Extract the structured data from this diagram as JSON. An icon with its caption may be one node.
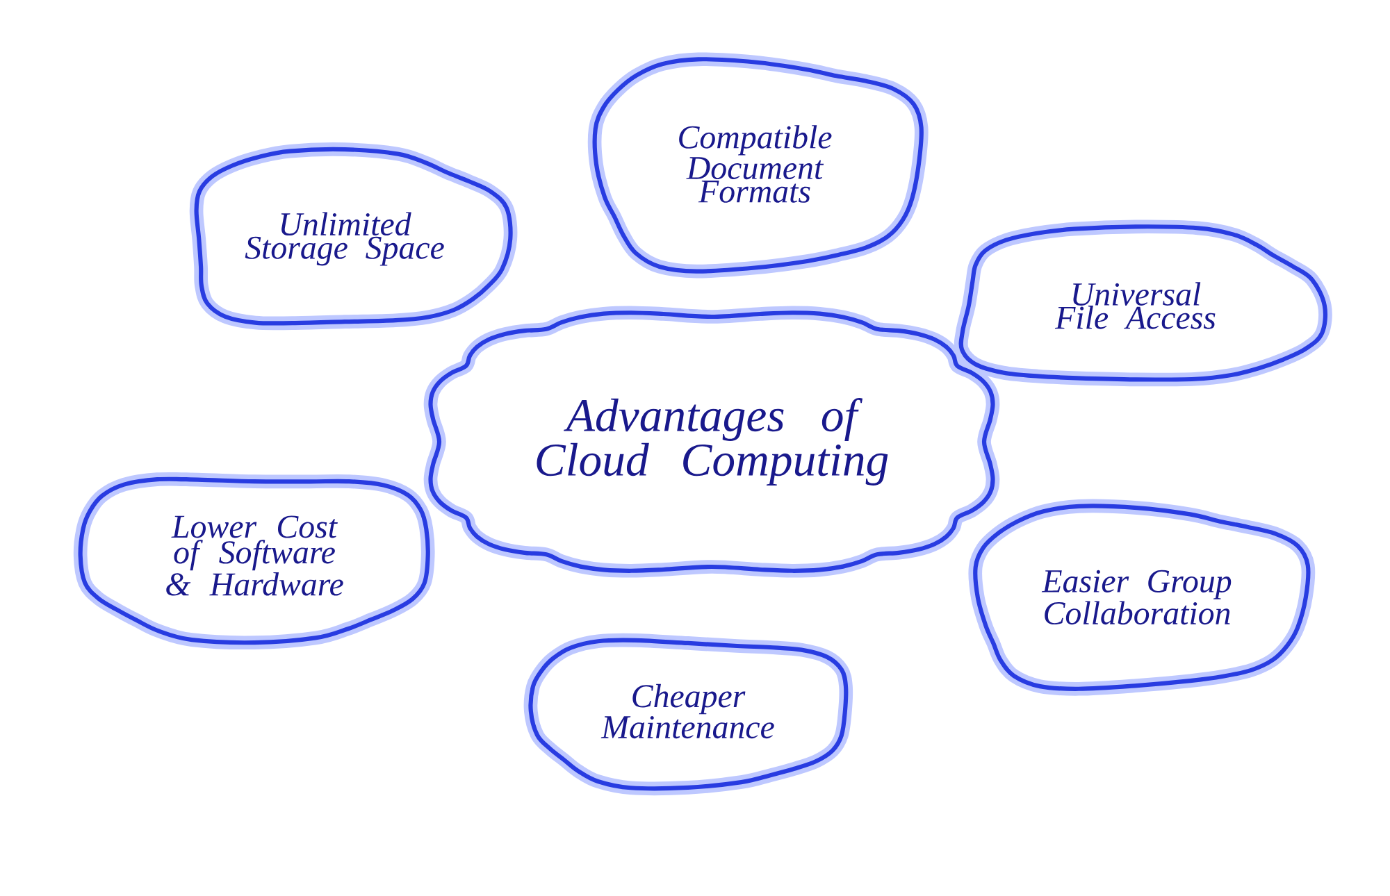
{
  "diagram": {
    "nodes": [
      {
        "text": [
          "Advantages of Cloud Computing"
        ]
      },
      {
        "text": [
          "Unlimited Storage Space"
        ]
      },
      {
        "text": [
          "Compatible Document Formats"
        ]
      },
      {
        "text": [
          "Universal File Access"
        ]
      },
      {
        "text": [
          "Lower Cost of Software & Hardware"
        ]
      },
      {
        "text": [
          "Easier Group Collaboration"
        ]
      },
      {
        "text": [
          "Cheaper Maintenance"
        ]
      }
    ]
  }
}
